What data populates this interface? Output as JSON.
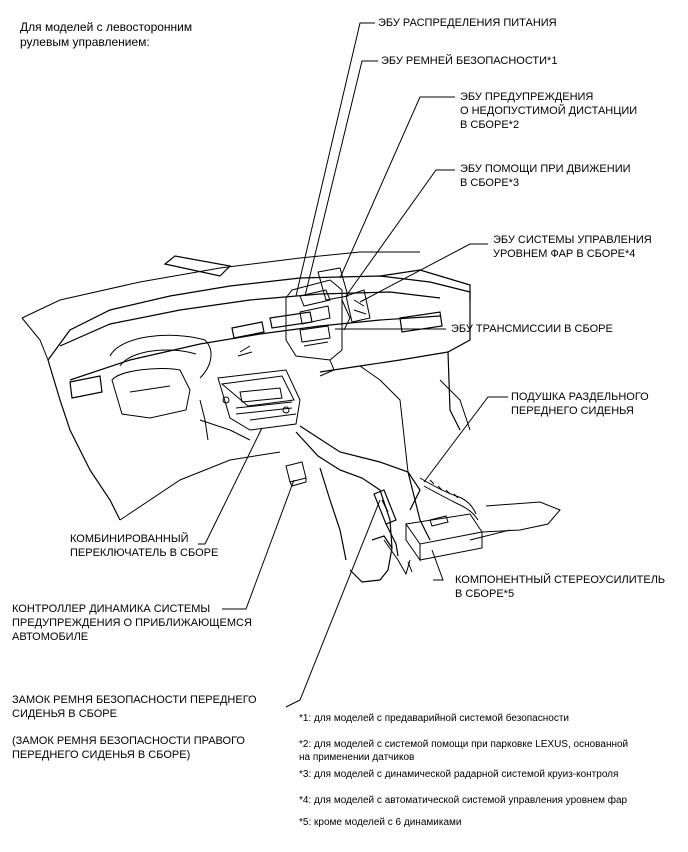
{
  "header": "Для моделей с левосторонним\nрулевым управлением:",
  "labels": {
    "power_ecu": "ЭБУ РАСПРЕДЕЛЕНИЯ ПИТАНИЯ",
    "seatbelt_ecu": "ЭБУ РЕМНЕЙ БЕЗОПАСНОСТИ*1",
    "distance_ecu": "ЭБУ ПРЕДУПРЕЖДЕНИЯ\nО НЕДОПУСТИМОЙ ДИСТАНЦИИ\nВ СБОРЕ*2",
    "driving_ecu": "ЭБУ ПОМОЩИ ПРИ ДВИЖЕНИИ\nВ СБОРЕ*3",
    "headlamp_ecu": "ЭБУ СИСТЕМЫ УПРАВЛЕНИЯ\nУРОВНЕМ ФАР В СБОРЕ*4",
    "transmission_ecu": "ЭБУ ТРАНСМИССИИ В СБОРЕ",
    "seat_cushion": "ПОДУШКА РАЗДЕЛЬНОГО\nПЕРЕДНЕГО СИДЕНЬЯ",
    "combo_switch": "КОМБИНИРОВАННЫЙ\nПЕРЕКЛЮЧАТЕЛЬ В СБОРЕ",
    "stereo_amp": "КОМПОНЕНТНЫЙ СТЕРЕОУСИЛИТЕЛЬ\nВ СБОРЕ*5",
    "approach_controller": "КОНТРОЛЛЕР ДИНАМИКА СИСТЕМЫ\nПРЕДУПРЕЖДЕНИЯ О ПРИБЛИЖАЮЩЕМСЯ\nАВТОМОБИЛЕ",
    "buckle": "ЗАМОК РЕМНЯ БЕЗОПАСНОСТИ ПЕРЕДНЕГО\nСИДЕНЬЯ В СБОРЕ",
    "buckle_right": "(ЗАМОК РЕМНЯ БЕЗОПАСНОСТИ ПРАВОГО\nПЕРЕДНЕГО СИДЕНЬЯ В СБОРЕ)"
  },
  "notes": [
    "*1: для моделей с предаварийной системой безопасности",
    "*2: для моделей с системой помощи при парковке LEXUS, основанной\nна применении датчиков",
    "*3: для моделей с динамической радарной системой круиз-контроля",
    "*4: для моделей с автоматической системой управления уровнем фар",
    "*5: кроме моделей с 6 динамиками"
  ]
}
